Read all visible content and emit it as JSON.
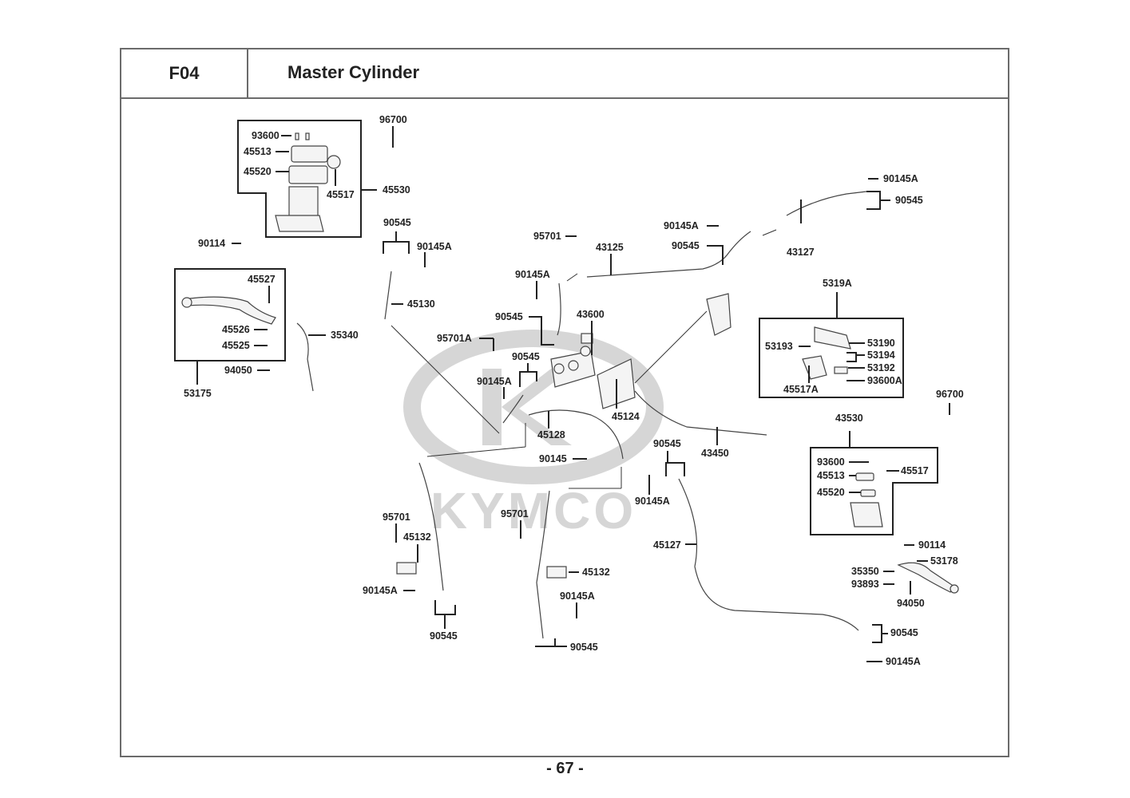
{
  "header": {
    "section_code": "F04",
    "section_title": "Master Cylinder"
  },
  "watermark": {
    "brand": "KYMCO",
    "color": "#d6d6d6"
  },
  "footer": {
    "page_number": "- 67 -"
  },
  "groups": {
    "left_master_cylinder": {
      "assembly": "45530",
      "parts": [
        "93600",
        "45513",
        "45520",
        "45517"
      ]
    },
    "left_lever": {
      "assembly": "53175",
      "parts": [
        "45527",
        "45526",
        "45525"
      ]
    },
    "parking_lever": {
      "assembly": "5319A",
      "parts": [
        "53193",
        "53190",
        "53194",
        "53192",
        "45517A",
        "93600A"
      ]
    },
    "right_master_cylinder": {
      "assembly": "43530",
      "parts": [
        "93600",
        "45513",
        "45520",
        "45517"
      ]
    }
  },
  "labels": [
    {
      "id": "l1",
      "text": "93600"
    },
    {
      "id": "l2",
      "text": "45513"
    },
    {
      "id": "l3",
      "text": "45520"
    },
    {
      "id": "l4",
      "text": "45517"
    },
    {
      "id": "l5",
      "text": "45530"
    },
    {
      "id": "l6",
      "text": "96700"
    },
    {
      "id": "l7",
      "text": "90114"
    },
    {
      "id": "l8",
      "text": "45527"
    },
    {
      "id": "l9",
      "text": "45526"
    },
    {
      "id": "l10",
      "text": "45525"
    },
    {
      "id": "l11",
      "text": "94050"
    },
    {
      "id": "l12",
      "text": "53175"
    },
    {
      "id": "l13",
      "text": "35340"
    },
    {
      "id": "l14",
      "text": "90545"
    },
    {
      "id": "l15",
      "text": "90145A"
    },
    {
      "id": "l16",
      "text": "45130"
    },
    {
      "id": "l17",
      "text": "95701"
    },
    {
      "id": "l18",
      "text": "43125"
    },
    {
      "id": "l19",
      "text": "90145A"
    },
    {
      "id": "l20",
      "text": "90545"
    },
    {
      "id": "l21",
      "text": "43600"
    },
    {
      "id": "l22",
      "text": "95701A"
    },
    {
      "id": "l23",
      "text": "90545"
    },
    {
      "id": "l24",
      "text": "90145A"
    },
    {
      "id": "l25",
      "text": "45124"
    },
    {
      "id": "l26",
      "text": "45128"
    },
    {
      "id": "l27",
      "text": "90145"
    },
    {
      "id": "l28",
      "text": "90145A"
    },
    {
      "id": "l29",
      "text": "90545"
    },
    {
      "id": "l30",
      "text": "43127"
    },
    {
      "id": "l31",
      "text": "90145A"
    },
    {
      "id": "l32",
      "text": "90545"
    },
    {
      "id": "l33",
      "text": "5319A"
    },
    {
      "id": "l34",
      "text": "53193"
    },
    {
      "id": "l35",
      "text": "53190"
    },
    {
      "id": "l36",
      "text": "53194"
    },
    {
      "id": "l37",
      "text": "53192"
    },
    {
      "id": "l38",
      "text": "45517A"
    },
    {
      "id": "l39",
      "text": "93600A"
    },
    {
      "id": "l40",
      "text": "96700"
    },
    {
      "id": "l41",
      "text": "43530"
    },
    {
      "id": "l42",
      "text": "93600"
    },
    {
      "id": "l43",
      "text": "45513"
    },
    {
      "id": "l44",
      "text": "45520"
    },
    {
      "id": "l45",
      "text": "45517"
    },
    {
      "id": "l46",
      "text": "43450"
    },
    {
      "id": "l47",
      "text": "90545"
    },
    {
      "id": "l48",
      "text": "90145A"
    },
    {
      "id": "l49",
      "text": "45127"
    },
    {
      "id": "l50",
      "text": "90114"
    },
    {
      "id": "l51",
      "text": "53178"
    },
    {
      "id": "l52",
      "text": "35350"
    },
    {
      "id": "l53",
      "text": "93893"
    },
    {
      "id": "l54",
      "text": "94050"
    },
    {
      "id": "l55",
      "text": "90545"
    },
    {
      "id": "l56",
      "text": "90145A"
    },
    {
      "id": "l57",
      "text": "95701"
    },
    {
      "id": "l58",
      "text": "45132"
    },
    {
      "id": "l59",
      "text": "90145A"
    },
    {
      "id": "l60",
      "text": "90545"
    },
    {
      "id": "l61",
      "text": "95701"
    },
    {
      "id": "l62",
      "text": "45132"
    },
    {
      "id": "l63",
      "text": "90145A"
    },
    {
      "id": "l64",
      "text": "90545"
    }
  ]
}
